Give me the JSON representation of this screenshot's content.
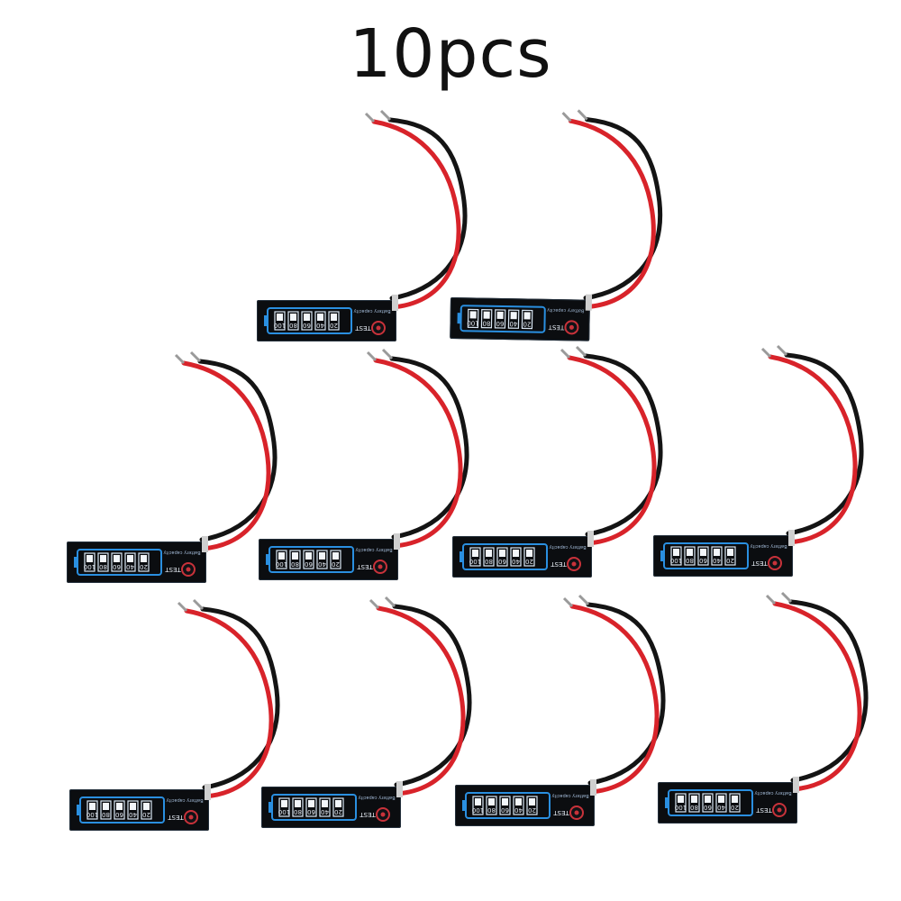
{
  "title": "10pcs",
  "quantity": 10,
  "module": {
    "caption": "Battery capacity",
    "button_label": "TEST",
    "levels": [
      "20",
      "40",
      "60",
      "80",
      "100"
    ],
    "percent_sign": "%"
  },
  "colors": {
    "pcb": "#0b0d10",
    "display_outline": "#2a8fe0",
    "wire_red": "#d8232a",
    "wire_black": "#141414",
    "button_ring": "#c8323a"
  }
}
